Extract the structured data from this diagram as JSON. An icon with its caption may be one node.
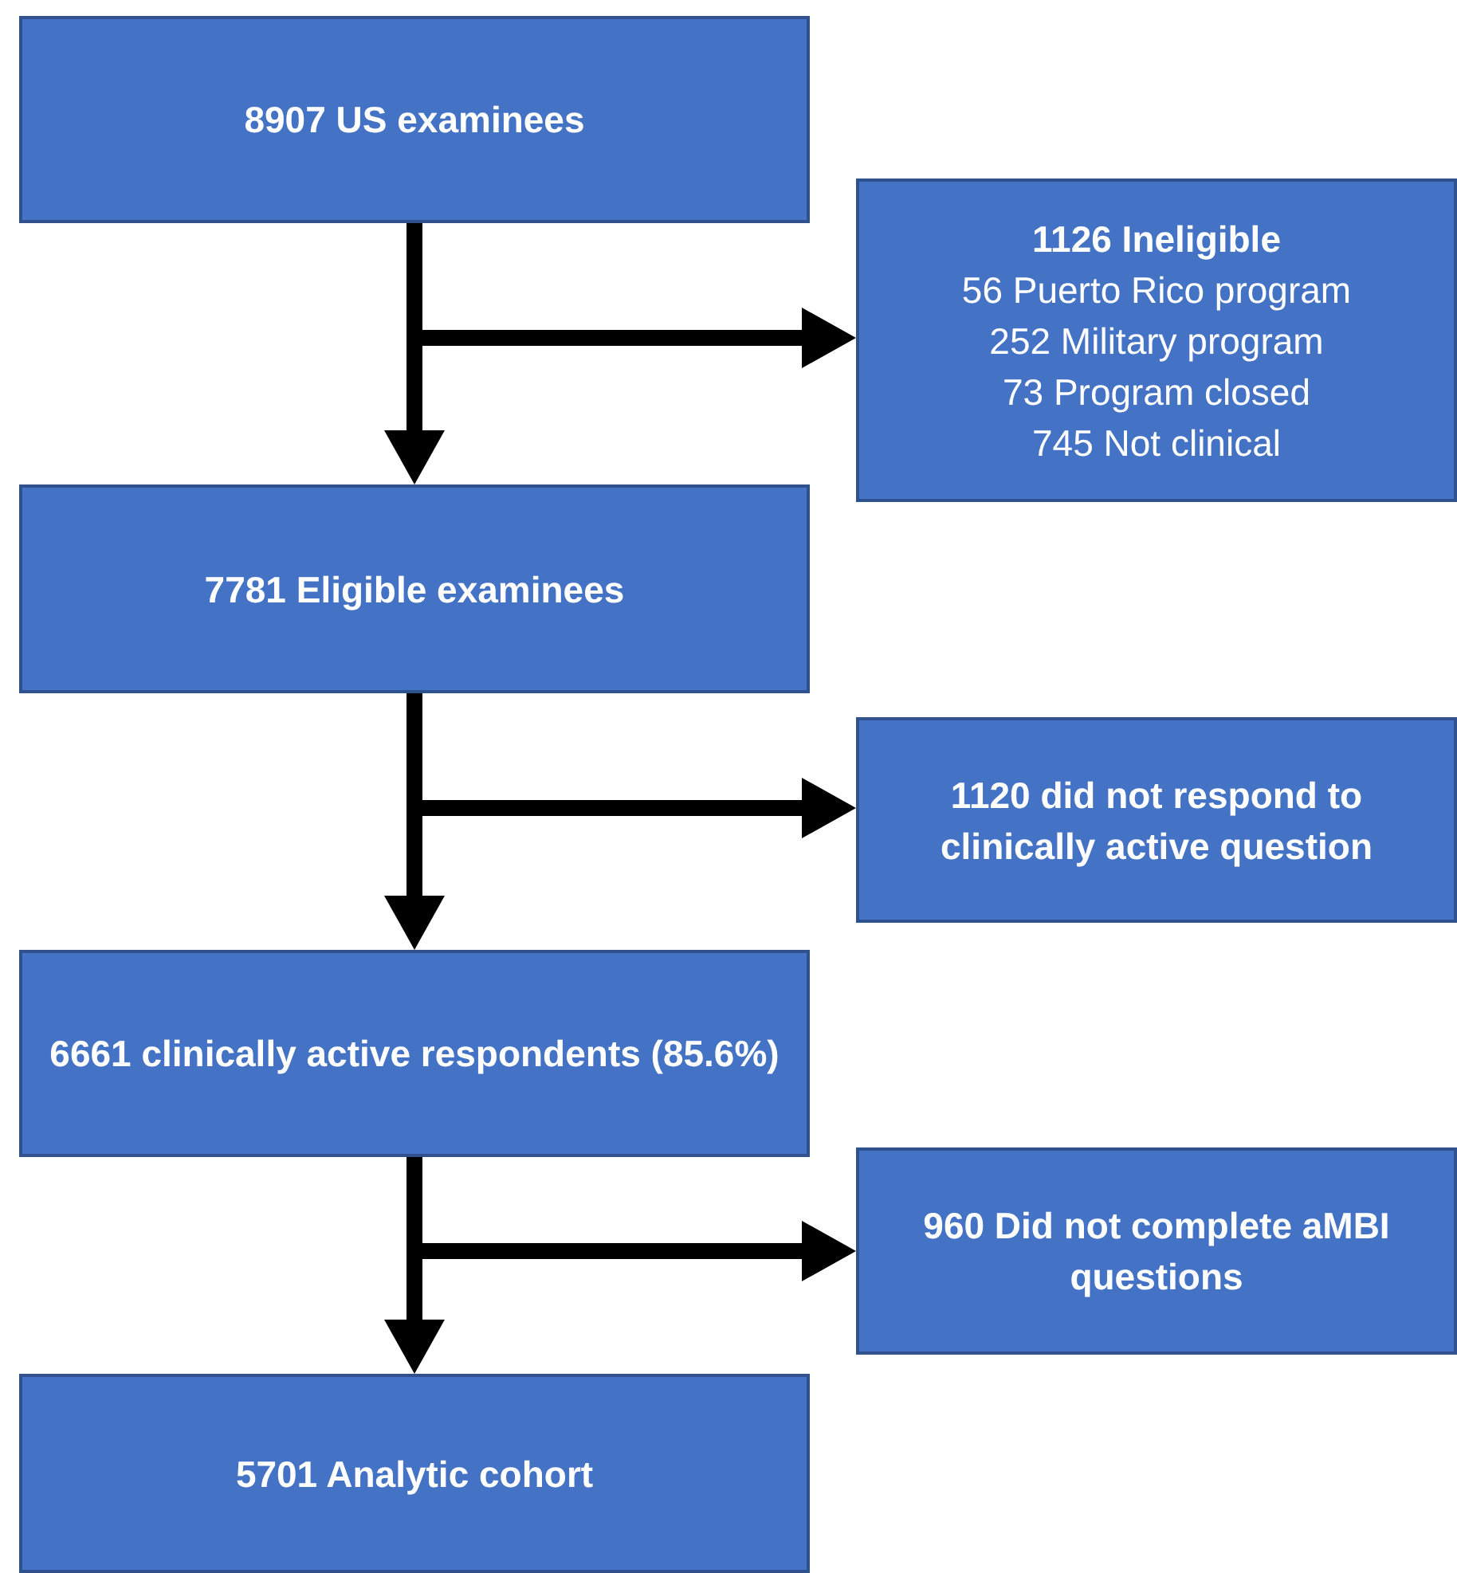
{
  "diagram": {
    "nodes": [
      {
        "text": [
          "8907 US examinees"
        ]
      },
      {
        "text": [
          "1126 Ineligible",
          "56 Puerto Rico program",
          "252 Military program",
          "73 Program closed",
          "745 Not clinical"
        ]
      },
      {
        "text": [
          "7781 Eligible examinees"
        ]
      },
      {
        "text": [
          "1120 did not respond to clinically active question"
        ]
      },
      {
        "text": [
          "6661 clinically active respondents (85.6%)"
        ]
      },
      {
        "text": [
          "960 Did not complete aMBI questions"
        ]
      },
      {
        "text": [
          "5701 Analytic cohort"
        ]
      }
    ],
    "edges": [
      {
        "from": 0,
        "to": 2,
        "arrow": "to"
      },
      {
        "from": 0,
        "to": 1,
        "arrow": "to"
      },
      {
        "from": 2,
        "to": 4,
        "arrow": "to"
      },
      {
        "from": 2,
        "to": 3,
        "arrow": "to"
      },
      {
        "from": 4,
        "to": 6,
        "arrow": "to"
      },
      {
        "from": 4,
        "to": 5,
        "arrow": "to"
      }
    ]
  }
}
